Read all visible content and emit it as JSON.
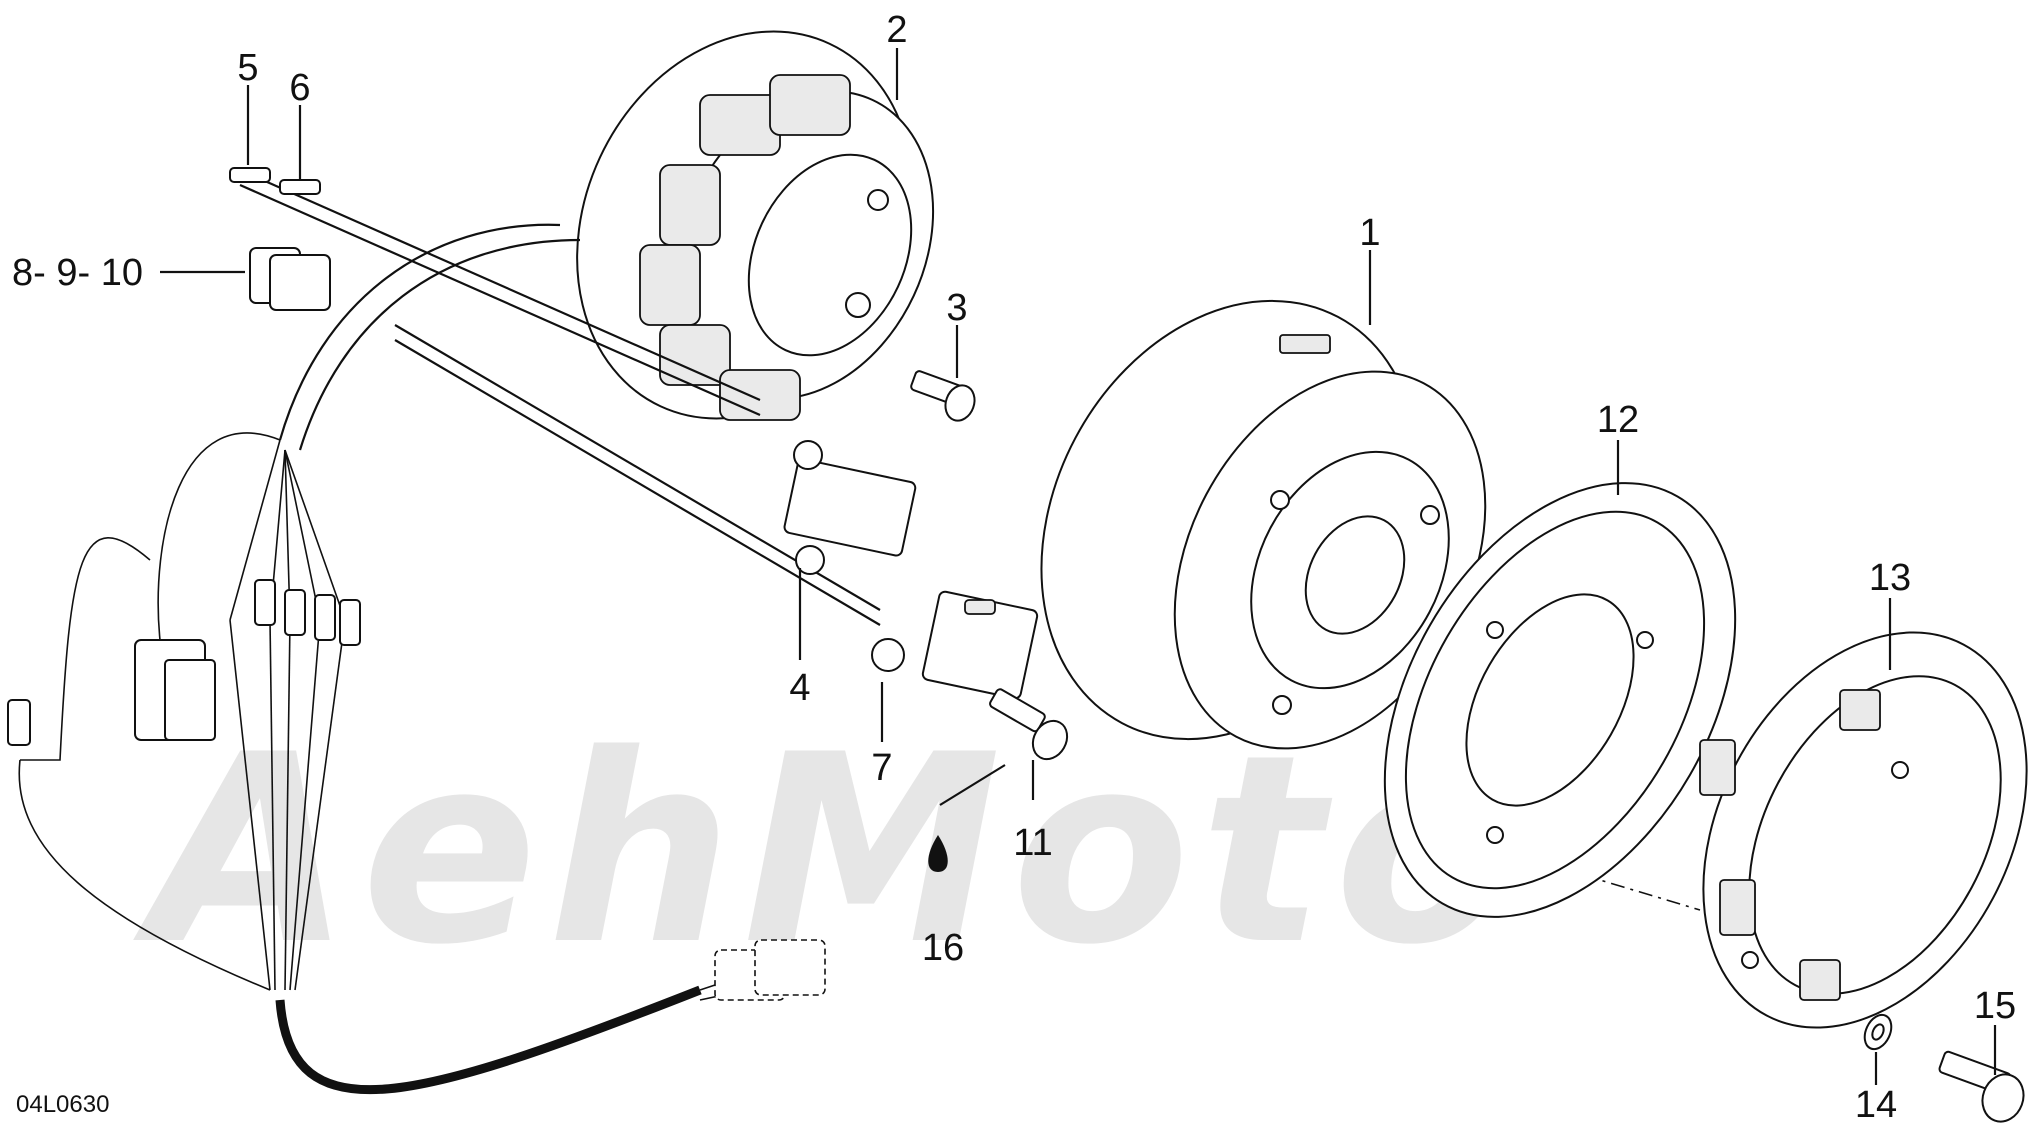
{
  "diagram": {
    "drawing_code": "04L0630",
    "watermark_text": "AehMoto",
    "callouts": [
      {
        "id": "c1",
        "text": "1"
      },
      {
        "id": "c2",
        "text": "2"
      },
      {
        "id": "c3",
        "text": "3"
      },
      {
        "id": "c4",
        "text": "4"
      },
      {
        "id": "c5",
        "text": "5"
      },
      {
        "id": "c6",
        "text": "6"
      },
      {
        "id": "c7",
        "text": "7"
      },
      {
        "id": "c8",
        "text": "8- 9- 10"
      },
      {
        "id": "c11",
        "text": "11"
      },
      {
        "id": "c12",
        "text": "12"
      },
      {
        "id": "c13",
        "text": "13"
      },
      {
        "id": "c14",
        "text": "14"
      },
      {
        "id": "c15",
        "text": "15"
      },
      {
        "id": "c16",
        "text": "16"
      }
    ]
  }
}
